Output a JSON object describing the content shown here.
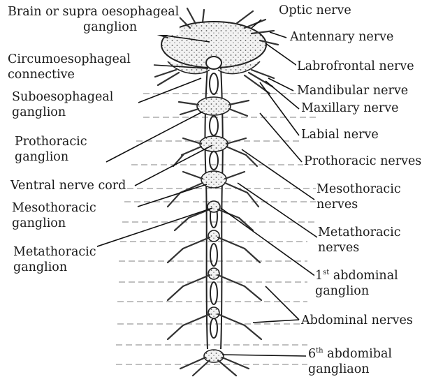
{
  "labels": {
    "brain_line1": "Brain or supra oesophageal",
    "brain_line2": "ganglion",
    "circum_line1": "Circumoesophageal",
    "circum_line2": "connective",
    "subo_line1": "Suboesophageal",
    "subo_line2": "ganglion",
    "pro_line1": "Prothoracic",
    "pro_line2": "ganglion",
    "ventral": "Ventral nerve cord",
    "meso_line1": "Mesothoracic",
    "meso_line2": "ganglion",
    "meta_line1": "Metathoracic",
    "meta_line2": "ganglion",
    "optic": "Optic nerve",
    "antennary": "Antennary nerve",
    "labrofrontal": "Labrofrontal nerve",
    "mandibular": "Mandibular nerve",
    "maxillary": "Maxillary nerve",
    "labial": "Labial nerve",
    "prothoracic_nerves": "Prothoracic nerves",
    "mesothoracic_nerves_1": "Mesothoracic",
    "mesothoracic_nerves_2": "nerves",
    "metathoracic_nerves_1": "Metathoracic",
    "metathoracic_nerves_2": "nerves",
    "abd1_num": "1",
    "abd1_sup": "st",
    "abd1_rest": " abdominal",
    "abd1_line2": "ganglion",
    "abdominal_nerves": "Abdominal nerves",
    "abd6_num": "6",
    "abd6_sup": "th",
    "abd6_rest": " abdomibal",
    "abd6_line2": "gangliaon"
  }
}
